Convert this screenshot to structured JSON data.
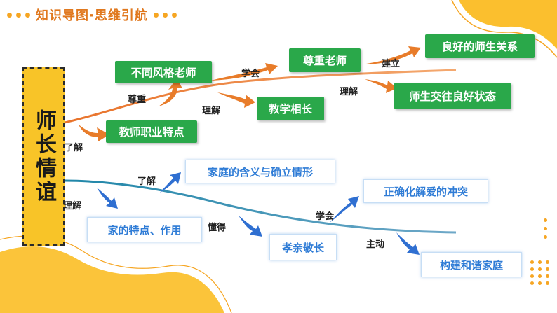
{
  "header": {
    "title": "知识导图·思维引航"
  },
  "main": {
    "label": "师长情谊"
  },
  "teacher_branch": {
    "boxes": [
      "不同风格老师",
      "教师职业特点",
      "尊重老师",
      "教学相长",
      "良好的师生关系",
      "师生交往良好状态"
    ],
    "labels": [
      "尊重",
      "了解",
      "学会",
      "理解",
      "建立",
      "理解"
    ]
  },
  "family_branch": {
    "boxes": [
      "家庭的含义与确立情形",
      "家的特点、作用",
      "孝亲敬长",
      "正确化解爱的冲突",
      "构建和谐家庭"
    ],
    "labels": [
      "了解",
      "理解",
      "懂得",
      "学会",
      "主动"
    ]
  },
  "colors": {
    "accent": "#f6a623",
    "green": "#2aa84a",
    "orange_arrow": "#e87c2a",
    "blue_arrow": "#2f6fd1",
    "main_box": "#f8c428"
  }
}
